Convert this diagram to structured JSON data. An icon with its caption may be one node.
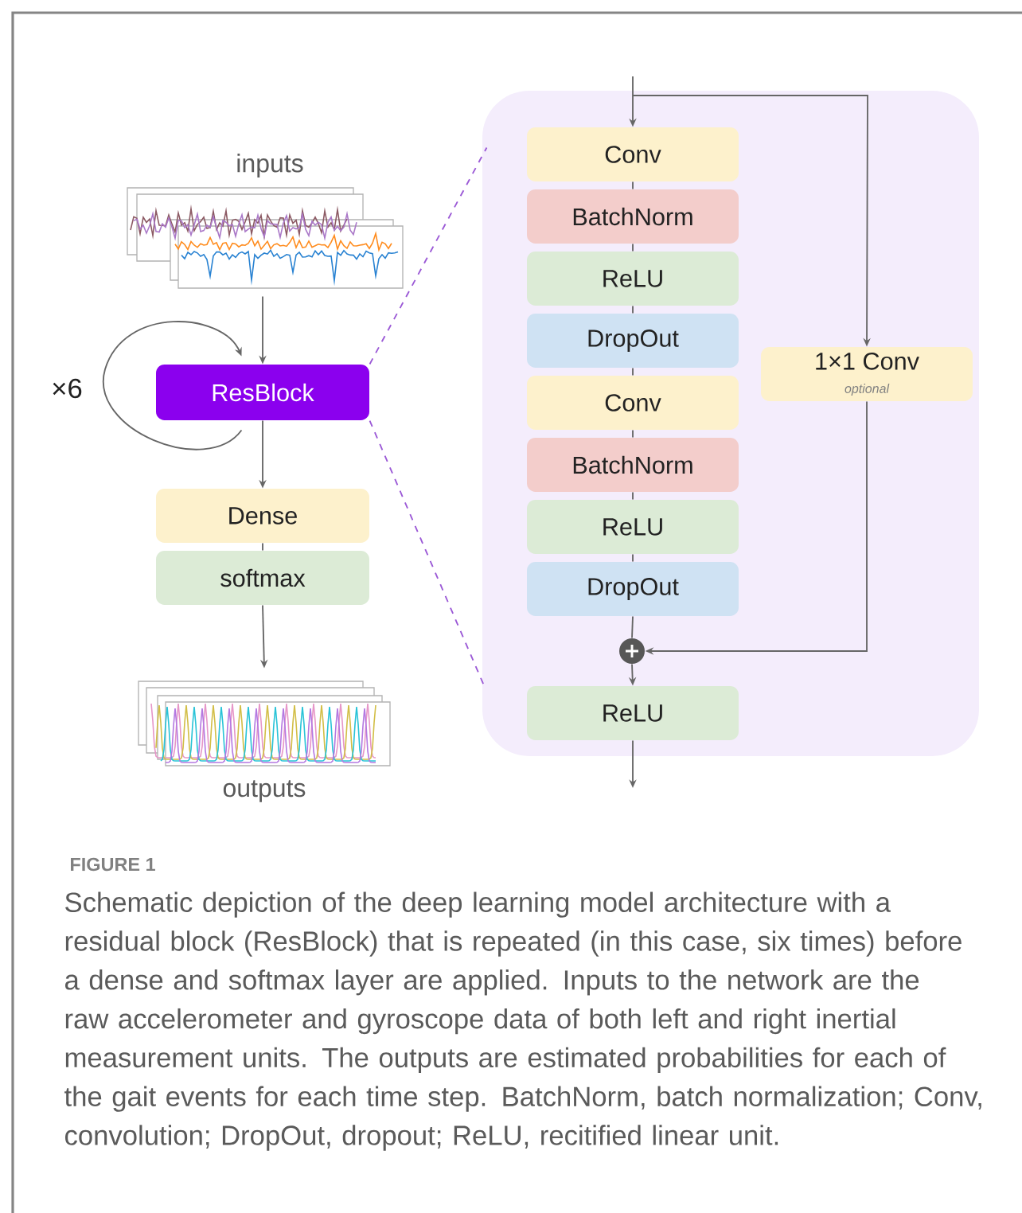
{
  "diagram": {
    "caption": "Schematic depiction of the deep learning model architecture with a residual block (ResBlock) that is repeated (in this case, six times) before a dense and softmax layer are applied. Inputs to the network are the raw accelerometer and gyroscope data of both left and right inertial measurement units. The outputs are estimated probabilities for each of the gait events for each time step. BatchNorm, batch normalization; Conv, convolution; DropOut, dropout; ReLU, recitified linear unit.",
    "nodes": [
      {
        "text": [],
        "shape": "picture",
        "beside": [
          "inputs"
        ]
      },
      {
        "text": [
          "ResBlock"
        ]
      },
      {
        "text": [
          "Dense"
        ]
      },
      {
        "text": [
          "softmax"
        ]
      },
      {
        "text": [],
        "shape": "picture",
        "beside": [
          "outputs"
        ]
      },
      {
        "text": [],
        "shape": "box"
      },
      {
        "text": [
          "Conv"
        ],
        "in": 5
      },
      {
        "text": [
          "BatchNorm"
        ],
        "in": 5
      },
      {
        "text": [
          "ReLU"
        ],
        "in": 5
      },
      {
        "text": [
          "DropOut"
        ],
        "in": 5
      },
      {
        "text": [
          "Conv"
        ],
        "in": 5
      },
      {
        "text": [
          "BatchNorm"
        ],
        "in": 5
      },
      {
        "text": [
          "ReLU"
        ],
        "in": 5
      },
      {
        "text": [
          "DropOut"
        ],
        "in": 5
      },
      {
        "text": [],
        "shape": "circle",
        "in": 5
      },
      {
        "text": [
          "ReLU"
        ],
        "in": 5
      },
      {
        "text": [
          "1×1 Conv",
          "optional"
        ],
        "in": 5
      }
    ],
    "edges": [
      {
        "from": 0,
        "to": 1,
        "arrow": "to"
      },
      {
        "from": 1,
        "to": 1,
        "arrow": "to",
        "label": "×6"
      },
      {
        "from": 1,
        "to": 2,
        "arrow": "to"
      },
      {
        "from": 2,
        "to": 3,
        "arrow": "none"
      },
      {
        "from": 3,
        "to": 4,
        "arrow": "to"
      },
      {
        "from": 1,
        "to": 5,
        "arrow": "none",
        "style": "dashed",
        "color": "#9b59d6"
      },
      {
        "from": 1,
        "to": 5,
        "arrow": "none",
        "style": "dashed",
        "color": "#9b59d6"
      },
      {
        "from": null,
        "to": 6,
        "arrow": "to"
      },
      {
        "from": 6,
        "to": 7,
        "arrow": "none"
      },
      {
        "from": 7,
        "to": 8,
        "arrow": "none"
      },
      {
        "from": 8,
        "to": 9,
        "arrow": "none"
      },
      {
        "from": 9,
        "to": 10,
        "arrow": "none"
      },
      {
        "from": 10,
        "to": 11,
        "arrow": "none"
      },
      {
        "from": 11,
        "to": 12,
        "arrow": "none"
      },
      {
        "from": 12,
        "to": 13,
        "arrow": "none"
      },
      {
        "from": 13,
        "to": 14,
        "arrow": "none"
      },
      {
        "from": 14,
        "to": 15,
        "arrow": "to"
      },
      {
        "from": 15,
        "to": null,
        "arrow": "to"
      },
      {
        "from": null,
        "to": 16,
        "arrow": "to"
      },
      {
        "from": 16,
        "to": 14,
        "arrow": "to"
      }
    ],
    "labels": [
      "FIGURE 1"
    ]
  }
}
